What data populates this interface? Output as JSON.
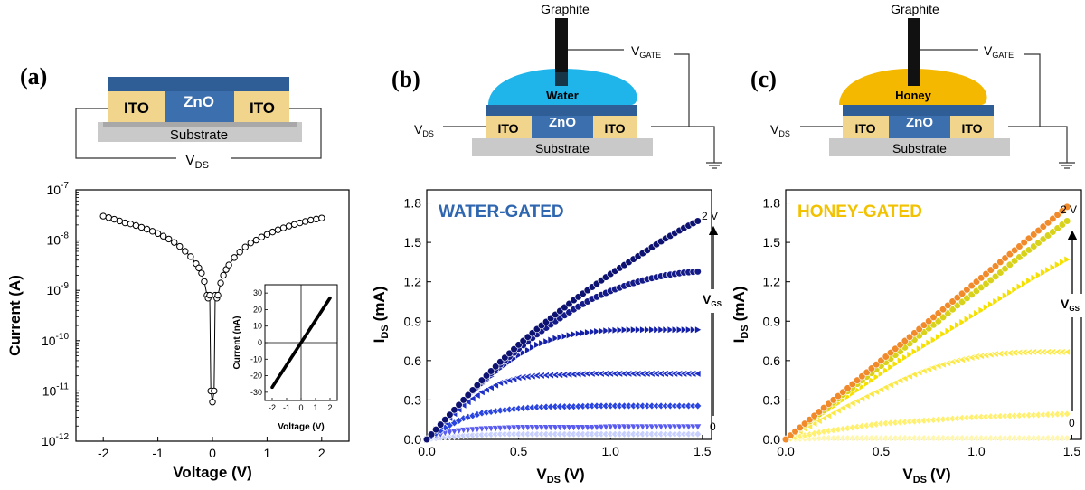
{
  "panels": {
    "a": {
      "label": "(a)"
    },
    "b": {
      "label": "(b)"
    },
    "c": {
      "label": "(c)"
    }
  },
  "schematics": {
    "a": {
      "left": "ITO",
      "right": "ITO",
      "channel": "ZnO",
      "substrate": "Substrate",
      "v_main": "V",
      "v_sub": "DS"
    },
    "b": {
      "left": "ITO",
      "right": "ITO",
      "channel": "ZnO",
      "substrate": "Substrate",
      "electrolyte": "Water",
      "electrode": "Graphite",
      "vgate_main": "V",
      "vgate_sub": "GATE",
      "vds_main": "V",
      "vds_sub": "DS"
    },
    "c": {
      "left": "ITO",
      "right": "ITO",
      "channel": "ZnO",
      "substrate": "Substrate",
      "electrolyte": "Honey",
      "electrode": "Graphite",
      "vgate_main": "V",
      "vgate_sub": "GATE",
      "vds_main": "V",
      "vds_sub": "DS"
    }
  },
  "colors": {
    "ito": "#f2d58c",
    "zno_dark": "#2f5d95",
    "zno": "#3c6fae",
    "substrate": "#c9c9c9",
    "water": "#1fb4ea",
    "honey": "#f5b800",
    "electrode": "#111111",
    "water_title": "#2f66b0",
    "honey_title": "#f2c200"
  },
  "chart_data": [
    {
      "type": "scatter",
      "id": "a",
      "xlabel": "Voltage (V)",
      "ylabel": "Current (A)",
      "xlim": [
        -2.5,
        2.5
      ],
      "ylim_exp": [
        -12,
        -7
      ],
      "yscale": "log",
      "xticks": [
        "-2",
        "-1",
        "0",
        "1",
        "2"
      ],
      "yticks": [
        {
          "base": "10",
          "exp": "-12"
        },
        {
          "base": "10",
          "exp": "-11"
        },
        {
          "base": "10",
          "exp": "-10"
        },
        {
          "base": "10",
          "exp": "-9"
        },
        {
          "base": "10",
          "exp": "-8"
        },
        {
          "base": "10",
          "exp": "-7"
        }
      ],
      "x": [
        -2.0,
        -1.9,
        -1.8,
        -1.7,
        -1.6,
        -1.5,
        -1.4,
        -1.3,
        -1.2,
        -1.1,
        -1.0,
        -0.9,
        -0.8,
        -0.7,
        -0.6,
        -0.5,
        -0.4,
        -0.3,
        -0.25,
        -0.2,
        -0.15,
        -0.1,
        -0.08,
        -0.05,
        -0.03,
        0.0,
        0.03,
        0.05,
        0.08,
        0.1,
        0.15,
        0.2,
        0.25,
        0.3,
        0.4,
        0.5,
        0.6,
        0.7,
        0.8,
        0.9,
        1.0,
        1.1,
        1.2,
        1.3,
        1.4,
        1.5,
        1.6,
        1.7,
        1.8,
        1.9,
        2.0
      ],
      "y": [
        3e-08,
        2.8e-08,
        2.6e-08,
        2.4e-08,
        2.2e-08,
        2.1e-08,
        1.95e-08,
        1.8e-08,
        1.65e-08,
        1.5e-08,
        1.35e-08,
        1.2e-08,
        1.05e-08,
        9e-09,
        7.5e-09,
        6e-09,
        4.7e-09,
        3.4e-09,
        2.8e-09,
        2.2e-09,
        1.5e-09,
        8e-10,
        7e-10,
        8e-10,
        1e-11,
        6e-12,
        1e-11,
        8e-10,
        7e-10,
        8e-10,
        1.4e-09,
        2e-09,
        2.6e-09,
        3.2e-09,
        4.5e-09,
        5.8e-09,
        7.3e-09,
        8.8e-09,
        1e-08,
        1.15e-08,
        1.3e-08,
        1.45e-08,
        1.6e-08,
        1.75e-08,
        1.9e-08,
        2.05e-08,
        2.2e-08,
        2.35e-08,
        2.5e-08,
        2.62e-08,
        2.75e-08
      ],
      "inset": {
        "xlabel": "Voltage (V)",
        "ylabel": "Current (nA)",
        "xlim": [
          -2.5,
          2.5
        ],
        "ylim": [
          -35,
          35
        ],
        "xticks": [
          "-2",
          "-1",
          "0",
          "1",
          "2"
        ],
        "yticks": [
          "-30",
          "-20",
          "-10",
          "0",
          "10",
          "20",
          "30"
        ],
        "x_from": -2.0,
        "x_to": 2.0,
        "slope_na_per_v": 13.5
      }
    },
    {
      "type": "scatter",
      "id": "b",
      "title": "WATER-GATED",
      "xlabel_main": "V",
      "xlabel_sub": "DS",
      "xlabel_unit": "(V)",
      "ylabel_main": "I",
      "ylabel_sub": "DS",
      "ylabel_unit": "(mA)",
      "xlim": [
        0.0,
        1.55
      ],
      "ylim": [
        0.0,
        1.9
      ],
      "xticks": [
        "0.0",
        "0.5",
        "1.0",
        "1.5"
      ],
      "yticks": [
        "0.0",
        "0.3",
        "0.6",
        "0.9",
        "1.2",
        "1.5",
        "1.8"
      ],
      "arrow_top": "2 V",
      "arrow_bottom": "0",
      "arrow_label_main": "V",
      "arrow_label_sub": "GS",
      "series": [
        {
          "gate": "0",
          "color": "#c8d0ff",
          "marker": "diamond",
          "x": [
            0,
            0.1,
            0.2,
            0.3,
            0.4,
            0.5,
            0.6,
            0.7,
            0.8,
            0.9,
            1.0,
            1.1,
            1.2,
            1.3,
            1.4,
            1.5
          ],
          "y": [
            0,
            0.02,
            0.03,
            0.035,
            0.04,
            0.04,
            0.04,
            0.04,
            0.04,
            0.04,
            0.04,
            0.04,
            0.04,
            0.04,
            0.04,
            0.04
          ]
        },
        {
          "gate": "0.4",
          "color": "#5a5cf0",
          "marker": "tri-down",
          "x": [
            0,
            0.1,
            0.2,
            0.3,
            0.4,
            0.5,
            0.6,
            0.7,
            0.8,
            0.9,
            1.0,
            1.1,
            1.2,
            1.3,
            1.4,
            1.5
          ],
          "y": [
            0,
            0.05,
            0.07,
            0.08,
            0.085,
            0.09,
            0.09,
            0.09,
            0.09,
            0.09,
            0.095,
            0.095,
            0.095,
            0.095,
            0.095,
            0.095
          ]
        },
        {
          "gate": "0.8",
          "color": "#2a44e0",
          "marker": "diamond",
          "x": [
            0,
            0.1,
            0.2,
            0.3,
            0.4,
            0.5,
            0.6,
            0.7,
            0.8,
            0.9,
            1.0,
            1.1,
            1.2,
            1.3,
            1.4,
            1.5
          ],
          "y": [
            0,
            0.09,
            0.16,
            0.2,
            0.22,
            0.235,
            0.245,
            0.25,
            0.25,
            0.255,
            0.255,
            0.255,
            0.255,
            0.255,
            0.255,
            0.255
          ]
        },
        {
          "gate": "1.2",
          "color": "#1e30c8",
          "marker": "tri-left",
          "x": [
            0,
            0.1,
            0.2,
            0.3,
            0.4,
            0.5,
            0.6,
            0.7,
            0.8,
            0.9,
            1.0,
            1.1,
            1.2,
            1.3,
            1.4,
            1.5
          ],
          "y": [
            0,
            0.13,
            0.26,
            0.36,
            0.43,
            0.47,
            0.485,
            0.49,
            0.495,
            0.5,
            0.5,
            0.5,
            0.5,
            0.5,
            0.5,
            0.5
          ]
        },
        {
          "gate": "1.6",
          "color": "#1520a8",
          "marker": "tri-right",
          "x": [
            0,
            0.1,
            0.2,
            0.3,
            0.4,
            0.5,
            0.6,
            0.7,
            0.8,
            0.9,
            1.0,
            1.1,
            1.2,
            1.3,
            1.4,
            1.5
          ],
          "y": [
            0,
            0.15,
            0.29,
            0.42,
            0.54,
            0.64,
            0.72,
            0.77,
            0.8,
            0.82,
            0.83,
            0.835,
            0.835,
            0.835,
            0.835,
            0.835
          ]
        },
        {
          "gate": "1.8",
          "color": "#141a88",
          "marker": "circle",
          "x": [
            0,
            0.1,
            0.2,
            0.3,
            0.4,
            0.5,
            0.6,
            0.7,
            0.8,
            0.9,
            1.0,
            1.1,
            1.2,
            1.3,
            1.4,
            1.5
          ],
          "y": [
            0,
            0.15,
            0.3,
            0.44,
            0.57,
            0.69,
            0.8,
            0.9,
            0.99,
            1.07,
            1.13,
            1.18,
            1.22,
            1.25,
            1.27,
            1.28
          ]
        },
        {
          "gate": "2",
          "color": "#0d1270",
          "marker": "circle",
          "x": [
            0,
            0.1,
            0.2,
            0.3,
            0.4,
            0.5,
            0.6,
            0.7,
            0.8,
            0.9,
            1.0,
            1.1,
            1.2,
            1.3,
            1.4,
            1.5
          ],
          "y": [
            0,
            0.15,
            0.3,
            0.45,
            0.59,
            0.72,
            0.84,
            0.95,
            1.06,
            1.16,
            1.26,
            1.35,
            1.44,
            1.53,
            1.61,
            1.68
          ]
        }
      ]
    },
    {
      "type": "scatter",
      "id": "c",
      "title": "HONEY-GATED",
      "xlabel_main": "V",
      "xlabel_sub": "DS",
      "xlabel_unit": "(V)",
      "ylabel_main": "I",
      "ylabel_sub": "DS",
      "ylabel_unit": "(mA)",
      "xlim": [
        0.0,
        1.55
      ],
      "ylim": [
        0.0,
        1.9
      ],
      "xticks": [
        "0.0",
        "0.5",
        "1.0",
        "1.5"
      ],
      "yticks": [
        "0.0",
        "0.3",
        "0.6",
        "0.9",
        "1.2",
        "1.5",
        "1.8"
      ],
      "arrow_top": "2 V",
      "arrow_bottom": "0",
      "arrow_label_main": "V",
      "arrow_label_sub": "GS",
      "series": [
        {
          "gate": "0",
          "color": "#fff7b0",
          "marker": "diamond",
          "x": [
            0,
            0.1,
            0.2,
            0.3,
            0.4,
            0.5,
            0.6,
            0.7,
            0.8,
            0.9,
            1.0,
            1.1,
            1.2,
            1.3,
            1.4,
            1.5
          ],
          "y": [
            0,
            0.005,
            0.01,
            0.01,
            0.01,
            0.01,
            0.01,
            0.01,
            0.01,
            0.01,
            0.01,
            0.01,
            0.01,
            0.01,
            0.01,
            0.01
          ]
        },
        {
          "gate": "0.5",
          "color": "#fff070",
          "marker": "diamond",
          "x": [
            0,
            0.1,
            0.2,
            0.3,
            0.4,
            0.5,
            0.6,
            0.7,
            0.8,
            0.9,
            1.0,
            1.1,
            1.2,
            1.3,
            1.4,
            1.5
          ],
          "y": [
            0,
            0.03,
            0.06,
            0.08,
            0.1,
            0.12,
            0.13,
            0.14,
            0.15,
            0.16,
            0.17,
            0.175,
            0.18,
            0.185,
            0.19,
            0.195
          ]
        },
        {
          "gate": "1.0",
          "color": "#fbe94a",
          "marker": "tri-left",
          "x": [
            0,
            0.1,
            0.2,
            0.3,
            0.4,
            0.5,
            0.6,
            0.7,
            0.8,
            0.9,
            1.0,
            1.1,
            1.2,
            1.3,
            1.4,
            1.5
          ],
          "y": [
            0,
            0.08,
            0.16,
            0.24,
            0.31,
            0.38,
            0.45,
            0.51,
            0.56,
            0.6,
            0.63,
            0.65,
            0.66,
            0.665,
            0.665,
            0.665
          ]
        },
        {
          "gate": "1.5",
          "color": "#f6e000",
          "marker": "tri-right",
          "x": [
            0,
            0.1,
            0.2,
            0.3,
            0.4,
            0.5,
            0.6,
            0.7,
            0.8,
            0.9,
            1.0,
            1.1,
            1.2,
            1.3,
            1.4,
            1.5
          ],
          "y": [
            0,
            0.1,
            0.2,
            0.3,
            0.4,
            0.5,
            0.6,
            0.69,
            0.78,
            0.87,
            0.96,
            1.05,
            1.14,
            1.23,
            1.31,
            1.39
          ]
        },
        {
          "gate": "1.8",
          "color": "#d9d21a",
          "marker": "circle",
          "x": [
            0,
            0.1,
            0.2,
            0.3,
            0.4,
            0.5,
            0.6,
            0.7,
            0.8,
            0.9,
            1.0,
            1.1,
            1.2,
            1.3,
            1.4,
            1.5
          ],
          "y": [
            0,
            0.11,
            0.22,
            0.34,
            0.45,
            0.56,
            0.67,
            0.79,
            0.9,
            1.02,
            1.13,
            1.24,
            1.36,
            1.47,
            1.58,
            1.69
          ]
        },
        {
          "gate": "2",
          "color": "#f08a2a",
          "marker": "circle",
          "x": [
            0,
            0.1,
            0.2,
            0.3,
            0.4,
            0.5,
            0.6,
            0.7,
            0.8,
            0.9,
            1.0,
            1.1,
            1.2,
            1.3,
            1.4,
            1.5
          ],
          "y": [
            0,
            0.12,
            0.24,
            0.36,
            0.48,
            0.6,
            0.72,
            0.84,
            0.96,
            1.08,
            1.2,
            1.32,
            1.44,
            1.56,
            1.68,
            1.8
          ]
        }
      ]
    }
  ]
}
